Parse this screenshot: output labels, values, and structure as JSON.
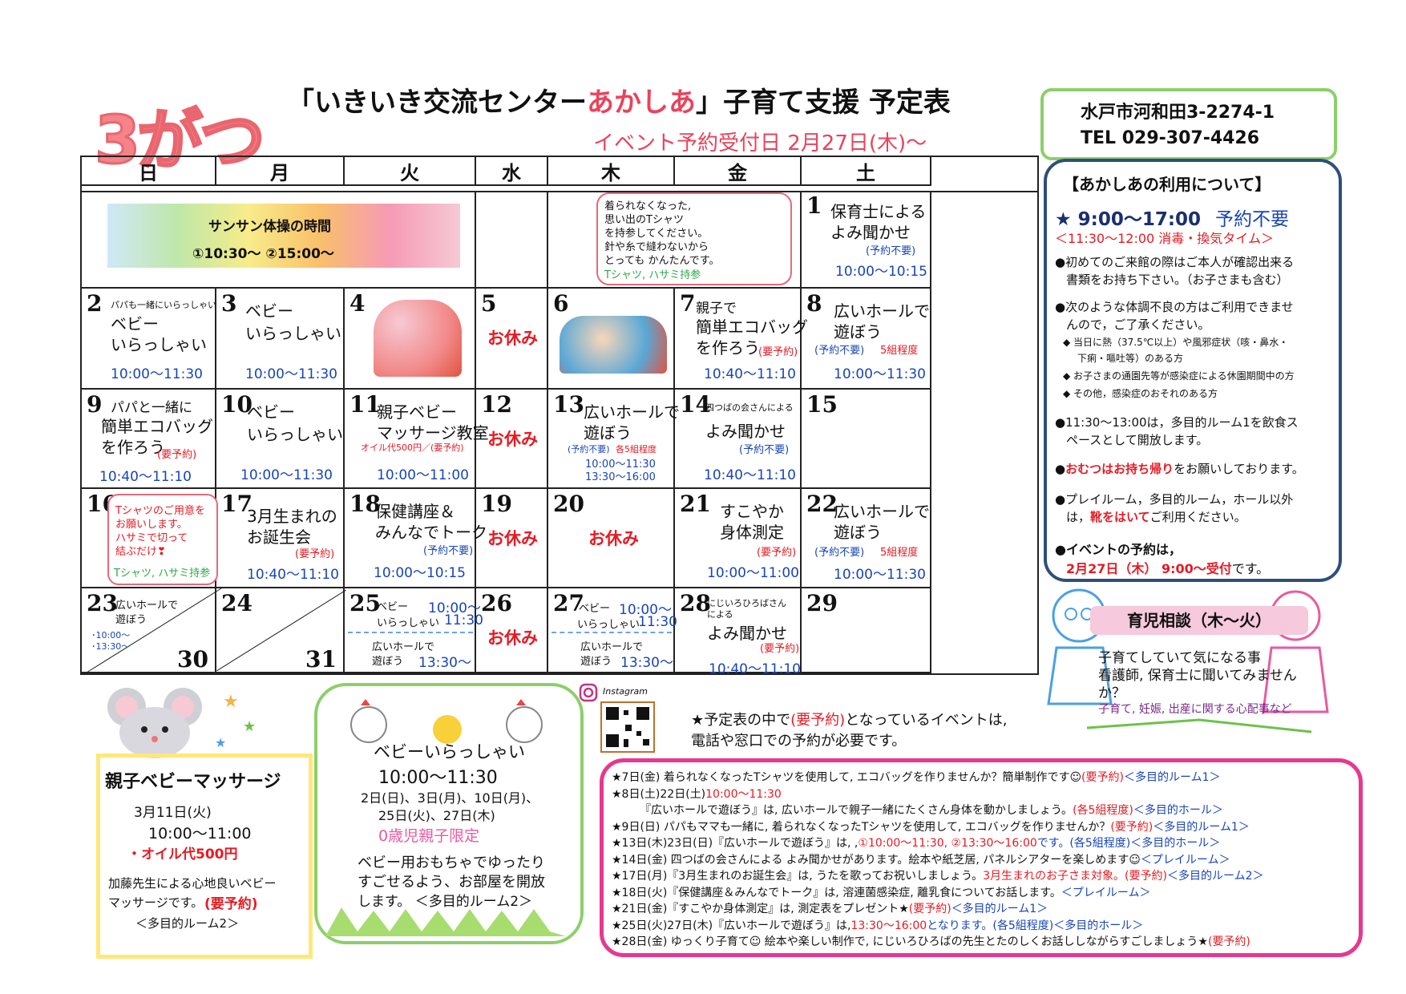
{
  "header": {
    "month": "3がつ",
    "title_a": "「いきいき交流センター",
    "title_b": "あかしあ",
    "title_c": "」子育て支援 予定表",
    "subtitle": "イベント予約受付日 2月27日(木)〜"
  },
  "address": {
    "line1": "水戸市河和田3-2274-1",
    "line2": "TEL 029-307-4426"
  },
  "weekdays": [
    "日",
    "月",
    "火",
    "水",
    "木",
    "金",
    "土"
  ],
  "cal": {
    "banner_title": "サンサン体操の時間",
    "banner_times": "①10:30〜 ②15:00〜",
    "tshirt_note": {
      "l1": "着られなくなった,",
      "l2": "思い出のTシャツ",
      "l3": "を持参してください。",
      "l4": "針や糸で縫わないから",
      "l5": "とっても かんたんです。",
      "l6": "Tシャツ, ハサミ持参"
    },
    "d1": {
      "n": "1",
      "l1": "保育士による",
      "l2": "よみ聞かせ",
      "note": "(予約不要)",
      "time": "10:00〜10:15"
    },
    "d2": {
      "n": "2",
      "small": "パパも一緒にいらっしゃい",
      "l1": "ベビー",
      "l2": "いらっしゃい",
      "time": "10:00〜11:30"
    },
    "d3": {
      "n": "3",
      "l1": "ベビー",
      "l2": "いらっしゃい",
      "time": "10:00〜11:30"
    },
    "d4": {
      "n": "4"
    },
    "d5": {
      "n": "5",
      "closed": "お休み"
    },
    "d6": {
      "n": "6"
    },
    "d7": {
      "n": "7",
      "l1": "親子で",
      "l2": "簡単エコバッグ",
      "l3": "を作ろう",
      "note": "(要予約)",
      "time": "10:40〜11:10"
    },
    "d8": {
      "n": "8",
      "l1": "広いホールで",
      "l2": "遊ぼう",
      "note1": "(予約不要)",
      "note2": "5組程度",
      "time": "10:00〜11:30"
    },
    "d9": {
      "n": "9",
      "l1": "パパと一緒に",
      "l2": "簡単エコバッグ",
      "l3": "を作ろう",
      "note": "(要予約)",
      "time": "10:40〜11:10"
    },
    "d10": {
      "n": "10",
      "l1": "ベビー",
      "l2": "いらっしゃい",
      "time": "10:00〜11:30"
    },
    "d11": {
      "n": "11",
      "l1": "親子ベビー",
      "l2": "マッサージ教室",
      "note": "オイル代500円／(要予約)",
      "time": "10:00〜11:00"
    },
    "d12": {
      "n": "12",
      "closed": "お休み"
    },
    "d13": {
      "n": "13",
      "l1": "広いホールで",
      "l2": "遊ぼう",
      "note1": "(予約不要)",
      "note2": "各5組程度",
      "time1": "10:00〜11:30",
      "time2": "13:30〜16:00"
    },
    "d14": {
      "n": "14",
      "small": "四つばの会さんによる",
      "l1": "よみ聞かせ",
      "note": "(予約不要)",
      "time": "10:40〜11:10"
    },
    "d15": {
      "n": "15"
    },
    "d16": {
      "n": "16",
      "l1": "Tシャツのご用意を",
      "l2": "お願いします。",
      "l3": "ハサミで切って",
      "l4": "結ぶだけ❣",
      "l5": "Tシャツ, ハサミ持参"
    },
    "d17": {
      "n": "17",
      "l1": "3月生まれの",
      "l2": "お誕生会",
      "note": "(要予約)",
      "time": "10:40〜11:10"
    },
    "d18": {
      "n": "18",
      "l1": "保健講座＆",
      "l2": "みんなでトーク",
      "note": "(予約不要)",
      "time": "10:00〜10:15"
    },
    "d19": {
      "n": "19",
      "closed": "お休み"
    },
    "d20": {
      "n": "20",
      "closed": "お休み"
    },
    "d21": {
      "n": "21",
      "l1": "すこやか",
      "l2": "身体測定",
      "note": "(要予約)",
      "time": "10:00〜11:00"
    },
    "d22": {
      "n": "22",
      "l1": "広いホールで",
      "l2": "遊ぼう",
      "note1": "(予約不要)",
      "note2": "5組程度",
      "time": "10:00〜11:30"
    },
    "d23": {
      "n": "23",
      "l1": "広いホールで",
      "l2": "遊ぼう",
      "t1": "･10:00〜",
      "t2": "･13:30〜",
      "n2": "30"
    },
    "d24": {
      "n": "24",
      "n2": "31"
    },
    "d25": {
      "n": "25",
      "l1": "ベビー",
      "l2": "いらっしゃい",
      "time1": "10:00〜",
      "time2": "11:30",
      "l3": "広いホールで",
      "l4": "遊ぼう",
      "time3": "13:30〜"
    },
    "d26": {
      "n": "26",
      "closed": "お休み"
    },
    "d27": {
      "n": "27",
      "l1": "ベビー",
      "l2": "いらっしゃい",
      "time1": "10:00〜",
      "time2": "11:30",
      "l3": "広いホールで",
      "l4": "遊ぼう",
      "time3": "13:30〜"
    },
    "d28": {
      "n": "28",
      "small1": "にじいろひろばさん",
      "small2": "による",
      "l1": "よみ聞かせ",
      "note": "(要予約)",
      "time": "10:40〜11:10"
    },
    "d29": {
      "n": "29"
    }
  },
  "usage": {
    "title": "【あかしあの利用について】",
    "hours": "★ 9:00〜17:00",
    "no_res": "予約不要",
    "break": "＜11:30〜12:00 消毒・換気タイム＞",
    "p1a": "●初めてのご来館の際はご本人が確認出来る",
    "p1b": "書類をお持ち下さい。（お子さまも含む）",
    "p2a": "●次のような体調不良の方はご利用できませ",
    "p2b": "んので，ご了承ください。",
    "p2c": "◆ 当日に熱（37.5℃以上）や風邪症状（咳・鼻水・",
    "p2d": "下痢・嘔吐等）のある方",
    "p2e": "◆ お子さまの通園先等が感染症による休園期間中の方",
    "p2f": "◆ その他，感染症のおそれのある方",
    "p3a": "●11:30〜13:00は，多目的ルーム1を飲食ス",
    "p3b": "ペースとして開放します。",
    "p4a": "●",
    "p4b": "おむつはお持ち帰り",
    "p4c": "をお願いしております。",
    "p5a": "●プレイルーム，多目的ルーム，ホール以外",
    "p5b": "は，",
    "p5c": "靴をはいて",
    "p5d": "ご利用ください。",
    "p6a": "●イベントの予約は，",
    "p6b": "2月27日（木） 9:00〜受付",
    "p6c": "です。"
  },
  "consult": {
    "title": "育児相談（木〜火）",
    "l1": "子育てしていて気になる事",
    "l2": "看護師, 保育士に聞いてみません",
    "l3": "か？",
    "l4": "子育て, 妊娠, 出産に関する心配事など"
  },
  "massage": {
    "title": "親子ベビーマッサージ",
    "date": "3月11日(火)",
    "time": "10:00〜11:00",
    "oil": "・オイル代500円",
    "d1": "加藤先生による心地良いベビー",
    "d2": "マッサージです。",
    "res": "(要予約)",
    "room": "＜多目的ルーム2＞"
  },
  "baby": {
    "title": "ベビーいらっしゃい",
    "time": "10:00〜11:30",
    "d1": "2日(日)、3日(月)、10日(月)、",
    "d2": "25日(火)、27日(木)",
    "limit": "0歳児親子限定",
    "x1": "ベビー用おもちゃでゆったり",
    "x2": "すごせるよう、お部屋を開放",
    "x3": "します。 ＜多目的ルーム2＞"
  },
  "instagram": "Instagram",
  "reserve_note": {
    "a": "★予定表の中で",
    "b": "(要予約)",
    "c": "となっているイベントは,",
    "d": "電話や窓口での予約が必要です。"
  },
  "notes": [
    {
      "a": "★7日(金) 着られなくなったTシャツを使用して, エコバッグを作りませんか？簡単制作です☺",
      "r": "(要予約)",
      "b": "＜多目的ルーム1＞"
    },
    {
      "a": "★8日(土)22日(土)",
      "r": "10:00〜11:30",
      "b": ""
    },
    {
      "a": "　　　『広いホールで遊ぼう』は, 広いホールで親子一緒にたくさん身体を動かしましょう。",
      "r": "(各5組程度)",
      "b": "＜多目的ホール＞"
    },
    {
      "a": "★9日(日) パパもママも一緒に, 着られなくなったTシャツを使用して, エコバッグを作りませんか？",
      "r": "(要予約)",
      "b": "＜多目的ルーム1＞"
    },
    {
      "a": "★13日(木)23日(日)『広いホールで遊ぼう』は, ,",
      "r": "①10:00〜11:30, ②13:30〜16:00",
      "b": "です。(各5組程度)＜多目的ホール＞"
    },
    {
      "a": "★14日(金) 四つばの会さんによる よみ聞かせがあります。絵本や紙芝居, パネルシアターを楽しめます☺",
      "r": "",
      "b": "＜プレイルーム＞"
    },
    {
      "a": "★17日(月)『3月生まれのお誕生会』は, うたを歌ってお祝いしましょう。",
      "r": "3月生まれのお子さま対象。(要予約)",
      "b": "＜多目的ルーム2＞"
    },
    {
      "a": "★18日(火)『保健講座＆みんなでトーク』は, 溶連菌感染症, 離乳食についてお話します。",
      "r": "",
      "b": "＜プレイルーム＞"
    },
    {
      "a": "★21日(金)『すこやか身体測定』は, 測定表をプレゼント★",
      "r": "(要予約)",
      "b": "＜多目的ルーム1＞"
    },
    {
      "a": "★25日(火)27日(木)『広いホールで遊ぼう』は,",
      "r": "13:30〜16:00",
      "b": "となります。(各5組程度)＜多目的ホール＞"
    },
    {
      "a": "★28日(金) ゆっくり子育て☺ 絵本や楽しい制作で, にじいろひろばの先生とたのしくお話ししながらすごしましょう★",
      "r": "(要予約)",
      "b": ""
    }
  ]
}
